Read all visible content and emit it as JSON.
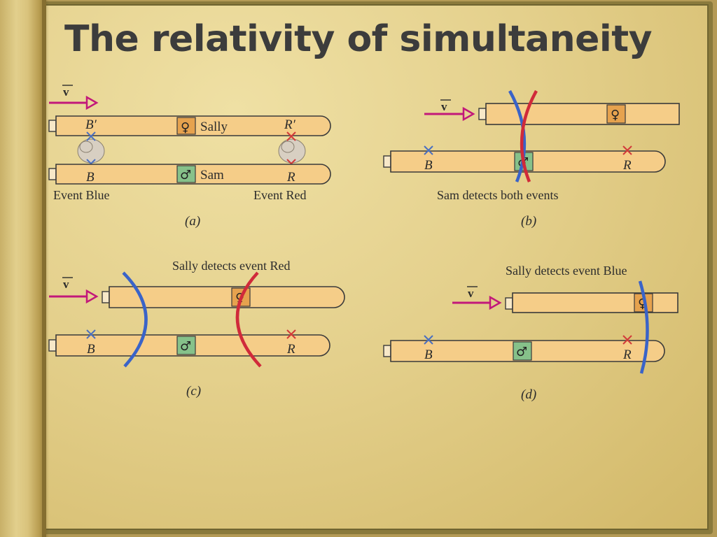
{
  "title": "The relativity of simultaneity",
  "diagram": {
    "velocity_label": "v",
    "panels": {
      "a": {
        "caption": "(a)",
        "sally_label": "Sally",
        "sam_label": "Sam",
        "top_left_letter": "B′",
        "top_right_letter": "R′",
        "bottom_left_letter": "B",
        "bottom_right_letter": "R",
        "event_blue_label": "Event Blue",
        "event_red_label": "Event Red"
      },
      "b": {
        "caption": "(b)",
        "left_letter": "B",
        "right_letter": "R",
        "note": "Sam detects both events"
      },
      "c": {
        "caption": "(c)",
        "left_letter": "B",
        "right_letter": "R",
        "note": "Sally detects event Red"
      },
      "d": {
        "caption": "(d)",
        "left_letter": "B",
        "right_letter": "R",
        "note": "Sally detects event Blue"
      }
    },
    "symbols": {
      "female": "♀",
      "male": "♂"
    },
    "colors": {
      "blue_wave": "#3a63c8",
      "red_wave": "#d02a3a",
      "velocity_arrow": "#c2187a",
      "ship_body": "#f5cd88"
    }
  }
}
